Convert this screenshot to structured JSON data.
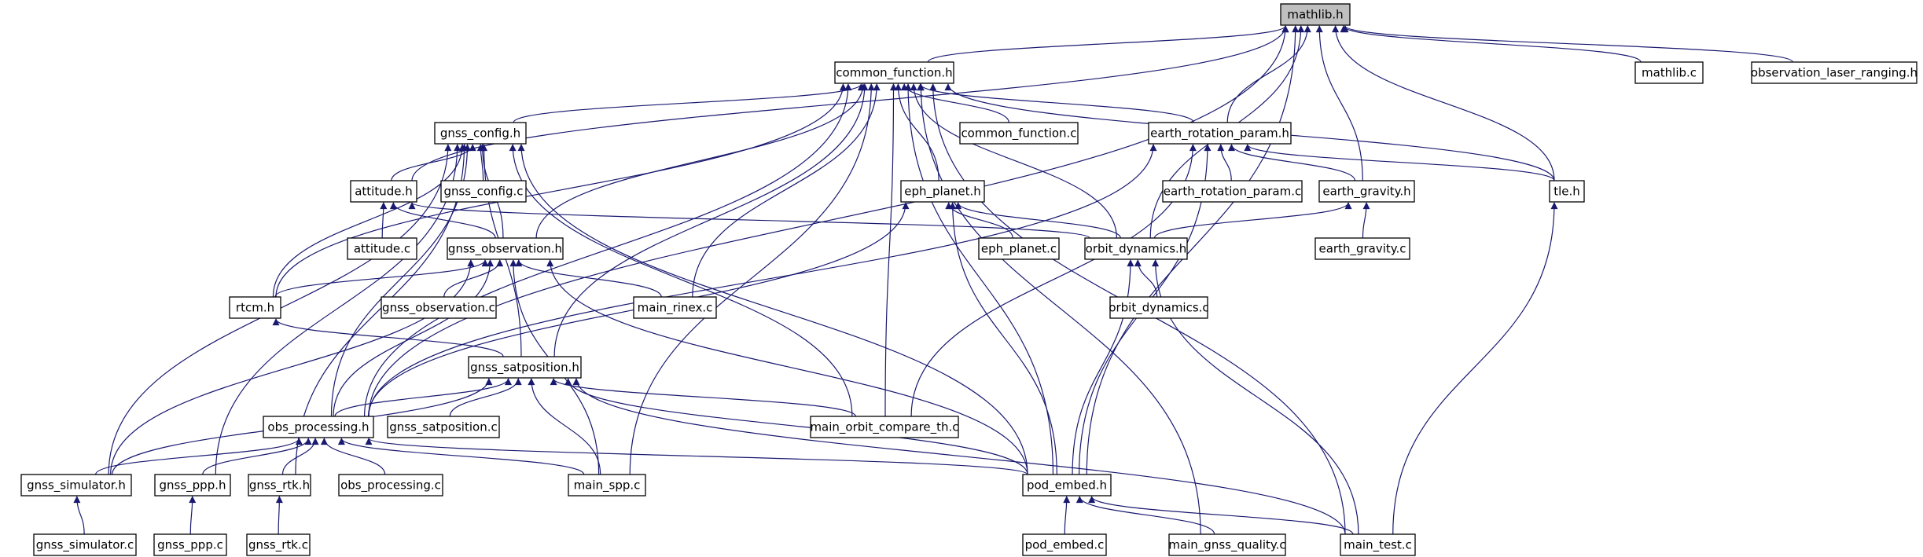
{
  "colors": {
    "edge": "#191970",
    "node_fill": "#ffffff",
    "root_fill": "#bfbfbf",
    "node_border": "#000000"
  },
  "nodes": [
    {
      "id": "mathlib_h",
      "label": "mathlib.h",
      "root": true
    },
    {
      "id": "common_function_h",
      "label": "common_function.h"
    },
    {
      "id": "mathlib_c",
      "label": "mathlib.c"
    },
    {
      "id": "observation_laser_ranging_h",
      "label": "observation_laser_ranging.h"
    },
    {
      "id": "gnss_config_h",
      "label": "gnss_config.h"
    },
    {
      "id": "common_function_c",
      "label": "common_function.c"
    },
    {
      "id": "earth_rotation_param_h",
      "label": "earth_rotation_param.h"
    },
    {
      "id": "attitude_h",
      "label": "attitude.h"
    },
    {
      "id": "gnss_config_c",
      "label": "gnss_config.c"
    },
    {
      "id": "eph_planet_h",
      "label": "eph_planet.h"
    },
    {
      "id": "earth_rotation_param_c",
      "label": "earth_rotation_param.c"
    },
    {
      "id": "earth_gravity_h",
      "label": "earth_gravity.h"
    },
    {
      "id": "tle_h",
      "label": "tle.h"
    },
    {
      "id": "attitude_c",
      "label": "attitude.c"
    },
    {
      "id": "gnss_observation_h",
      "label": "gnss_observation.h"
    },
    {
      "id": "eph_planet_c",
      "label": "eph_planet.c"
    },
    {
      "id": "orbit_dynamics_h",
      "label": "orbit_dynamics.h"
    },
    {
      "id": "earth_gravity_c",
      "label": "earth_gravity.c"
    },
    {
      "id": "rtcm_h",
      "label": "rtcm.h"
    },
    {
      "id": "gnss_observation_c",
      "label": "gnss_observation.c"
    },
    {
      "id": "main_rinex_c",
      "label": "main_rinex.c"
    },
    {
      "id": "orbit_dynamics_c",
      "label": "orbit_dynamics.c"
    },
    {
      "id": "gnss_satposition_h",
      "label": "gnss_satposition.h"
    },
    {
      "id": "obs_processing_h",
      "label": "obs_processing.h"
    },
    {
      "id": "gnss_satposition_c",
      "label": "gnss_satposition.c"
    },
    {
      "id": "main_orbit_compare_th_c",
      "label": "main_orbit_compare_th.c"
    },
    {
      "id": "gnss_simulator_h",
      "label": "gnss_simulator.h"
    },
    {
      "id": "gnss_ppp_h",
      "label": "gnss_ppp.h"
    },
    {
      "id": "gnss_rtk_h",
      "label": "gnss_rtk.h"
    },
    {
      "id": "obs_processing_c",
      "label": "obs_processing.c"
    },
    {
      "id": "main_spp_c",
      "label": "main_spp.c"
    },
    {
      "id": "pod_embed_h",
      "label": "pod_embed.h"
    },
    {
      "id": "gnss_simulator_c",
      "label": "gnss_simulator.c"
    },
    {
      "id": "gnss_ppp_c",
      "label": "gnss_ppp.c"
    },
    {
      "id": "gnss_rtk_c",
      "label": "gnss_rtk.c"
    },
    {
      "id": "pod_embed_c",
      "label": "pod_embed.c"
    },
    {
      "id": "main_gnss_quality_c",
      "label": "main_gnss_quality.c"
    },
    {
      "id": "main_test_c",
      "label": "main_test.c"
    }
  ],
  "edges": [
    [
      "common_function_h",
      "mathlib_h"
    ],
    [
      "mathlib_c",
      "mathlib_h"
    ],
    [
      "observation_laser_ranging_h",
      "mathlib_h"
    ],
    [
      "attitude_h",
      "mathlib_h"
    ],
    [
      "earth_rotation_param_h",
      "mathlib_h"
    ],
    [
      "earth_gravity_h",
      "mathlib_h"
    ],
    [
      "tle_h",
      "mathlib_h"
    ],
    [
      "orbit_dynamics_h",
      "mathlib_h"
    ],
    [
      "obs_processing_h",
      "mathlib_h"
    ],
    [
      "pod_embed_h",
      "mathlib_h"
    ],
    [
      "gnss_config_h",
      "common_function_h"
    ],
    [
      "common_function_c",
      "common_function_h"
    ],
    [
      "earth_rotation_param_h",
      "common_function_h"
    ],
    [
      "eph_planet_h",
      "common_function_h"
    ],
    [
      "orbit_dynamics_h",
      "common_function_h"
    ],
    [
      "tle_h",
      "common_function_h"
    ],
    [
      "gnss_observation_h",
      "common_function_h"
    ],
    [
      "rtcm_h",
      "common_function_h"
    ],
    [
      "main_rinex_c",
      "common_function_h"
    ],
    [
      "gnss_satposition_h",
      "common_function_h"
    ],
    [
      "obs_processing_h",
      "common_function_h"
    ],
    [
      "main_orbit_compare_th_c",
      "common_function_h"
    ],
    [
      "main_spp_c",
      "common_function_h"
    ],
    [
      "pod_embed_h",
      "common_function_h"
    ],
    [
      "main_gnss_quality_c",
      "common_function_h"
    ],
    [
      "main_test_c",
      "common_function_h"
    ],
    [
      "attitude_h",
      "gnss_config_h"
    ],
    [
      "gnss_config_c",
      "gnss_config_h"
    ],
    [
      "gnss_observation_h",
      "gnss_config_h"
    ],
    [
      "rtcm_h",
      "gnss_config_h"
    ],
    [
      "gnss_satposition_h",
      "gnss_config_h"
    ],
    [
      "obs_processing_h",
      "gnss_config_h"
    ],
    [
      "gnss_simulator_h",
      "gnss_config_h"
    ],
    [
      "gnss_ppp_h",
      "gnss_config_h"
    ],
    [
      "gnss_rtk_h",
      "gnss_config_h"
    ],
    [
      "main_orbit_compare_th_c",
      "gnss_config_h"
    ],
    [
      "pod_embed_h",
      "gnss_config_h"
    ],
    [
      "earth_rotation_param_c",
      "earth_rotation_param_h"
    ],
    [
      "earth_gravity_h",
      "earth_rotation_param_h"
    ],
    [
      "tle_h",
      "earth_rotation_param_h"
    ],
    [
      "obs_processing_h",
      "earth_rotation_param_h"
    ],
    [
      "main_orbit_compare_th_c",
      "earth_rotation_param_h"
    ],
    [
      "pod_embed_h",
      "earth_rotation_param_h"
    ],
    [
      "attitude_c",
      "attitude_h"
    ],
    [
      "gnss_observation_h",
      "attitude_h"
    ],
    [
      "orbit_dynamics_h",
      "attitude_h"
    ],
    [
      "eph_planet_c",
      "eph_planet_h"
    ],
    [
      "orbit_dynamics_h",
      "eph_planet_h"
    ],
    [
      "obs_processing_h",
      "eph_planet_h"
    ],
    [
      "pod_embed_h",
      "eph_planet_h"
    ],
    [
      "earth_gravity_c",
      "earth_gravity_h"
    ],
    [
      "orbit_dynamics_h",
      "earth_gravity_h"
    ],
    [
      "main_test_c",
      "tle_h"
    ],
    [
      "rtcm_h",
      "gnss_observation_h"
    ],
    [
      "gnss_observation_c",
      "gnss_observation_h"
    ],
    [
      "main_rinex_c",
      "gnss_observation_h"
    ],
    [
      "obs_processing_h",
      "gnss_observation_h"
    ],
    [
      "gnss_simulator_h",
      "gnss_observation_h"
    ],
    [
      "main_spp_c",
      "gnss_observation_h"
    ],
    [
      "pod_embed_h",
      "gnss_observation_h"
    ],
    [
      "orbit_dynamics_c",
      "orbit_dynamics_h"
    ],
    [
      "pod_embed_h",
      "orbit_dynamics_h"
    ],
    [
      "main_test_c",
      "orbit_dynamics_h"
    ],
    [
      "gnss_satposition_h",
      "rtcm_h"
    ],
    [
      "obs_processing_h",
      "gnss_satposition_h"
    ],
    [
      "gnss_satposition_c",
      "gnss_satposition_h"
    ],
    [
      "main_orbit_compare_th_c",
      "gnss_satposition_h"
    ],
    [
      "gnss_simulator_h",
      "gnss_satposition_h"
    ],
    [
      "main_spp_c",
      "gnss_satposition_h"
    ],
    [
      "pod_embed_h",
      "gnss_satposition_h"
    ],
    [
      "main_test_c",
      "gnss_satposition_h"
    ],
    [
      "gnss_simulator_h",
      "obs_processing_h"
    ],
    [
      "gnss_ppp_h",
      "obs_processing_h"
    ],
    [
      "gnss_rtk_h",
      "obs_processing_h"
    ],
    [
      "obs_processing_c",
      "obs_processing_h"
    ],
    [
      "main_spp_c",
      "obs_processing_h"
    ],
    [
      "pod_embed_h",
      "obs_processing_h"
    ],
    [
      "gnss_simulator_c",
      "gnss_simulator_h"
    ],
    [
      "gnss_ppp_c",
      "gnss_ppp_h"
    ],
    [
      "gnss_rtk_c",
      "gnss_rtk_h"
    ],
    [
      "pod_embed_c",
      "pod_embed_h"
    ],
    [
      "main_gnss_quality_c",
      "pod_embed_h"
    ],
    [
      "main_test_c",
      "pod_embed_h"
    ]
  ]
}
